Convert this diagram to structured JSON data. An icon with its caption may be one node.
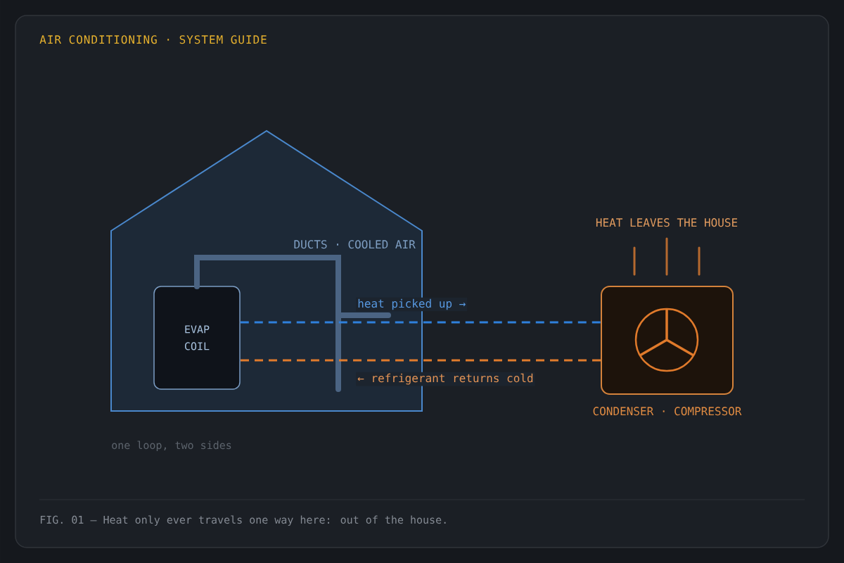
{
  "diagram": {
    "title": "AIR CONDITIONING · SYSTEM GUIDE",
    "caption": "FIG. 01 — Heat only ever travels one way here: out of the house.",
    "nodes": [
      {
        "text": [],
        "shape": "house"
      },
      {
        "text": [
          "EVAP COIL"
        ],
        "in": 0
      },
      {
        "text": [
          "CONDENSER · COMPRESSOR"
        ]
      }
    ],
    "edges": [
      {
        "from": 1,
        "to": 2,
        "arrow": "none",
        "label": "heat picked up →",
        "style": "dashed",
        "color": "#2f80dc"
      },
      {
        "from": 2,
        "to": 1,
        "arrow": "none",
        "label": "← refrigerant returns cold",
        "style": "dashed",
        "color": "#e07b2c"
      }
    ],
    "labels": [
      "HEAT LEAVES THE HOUSE",
      "DUCTS · COOLED AIR",
      "one loop, two sides"
    ]
  }
}
